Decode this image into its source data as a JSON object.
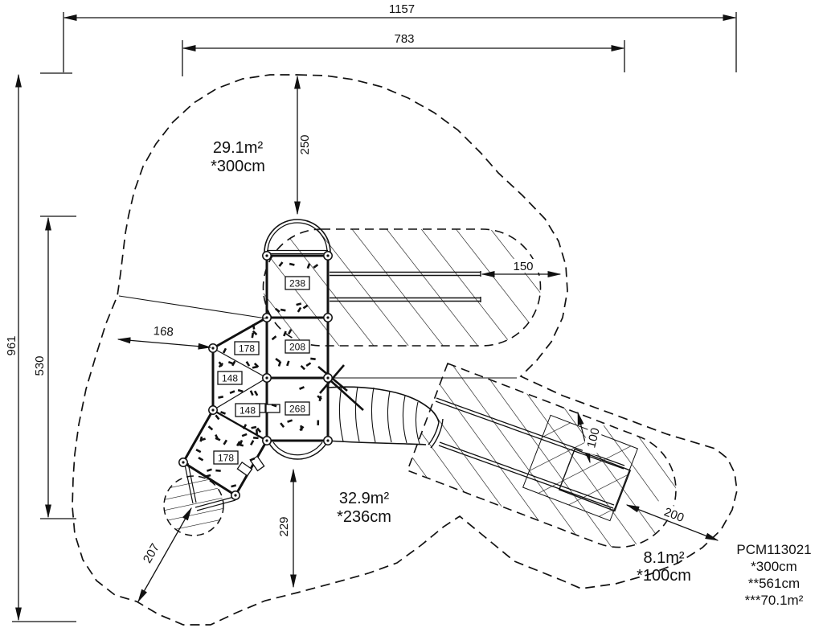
{
  "drawing": {
    "dims": {
      "total_width": "1157",
      "inner_width": "783",
      "total_height": "961",
      "left_height": "530",
      "top_clearance": "250",
      "right_clearance": "150",
      "left_clearance": "168",
      "bottom_clearance": "229",
      "pole_clearance": "207",
      "slide_width": "100",
      "slide_end_clearance": "200"
    },
    "areas": {
      "main_area": "29.1m²",
      "main_depth": "*300cm",
      "slide_area": "32.9m²",
      "slide_depth": "*236cm",
      "exit_area": "8.1m²",
      "exit_depth": "*100cm"
    },
    "platforms": [
      "238",
      "208",
      "268",
      "178",
      "148",
      "148",
      "178"
    ],
    "product": {
      "code": "PCM113021",
      "height": "*300cm",
      "length": "**561cm",
      "area": "***70.1m²"
    }
  }
}
